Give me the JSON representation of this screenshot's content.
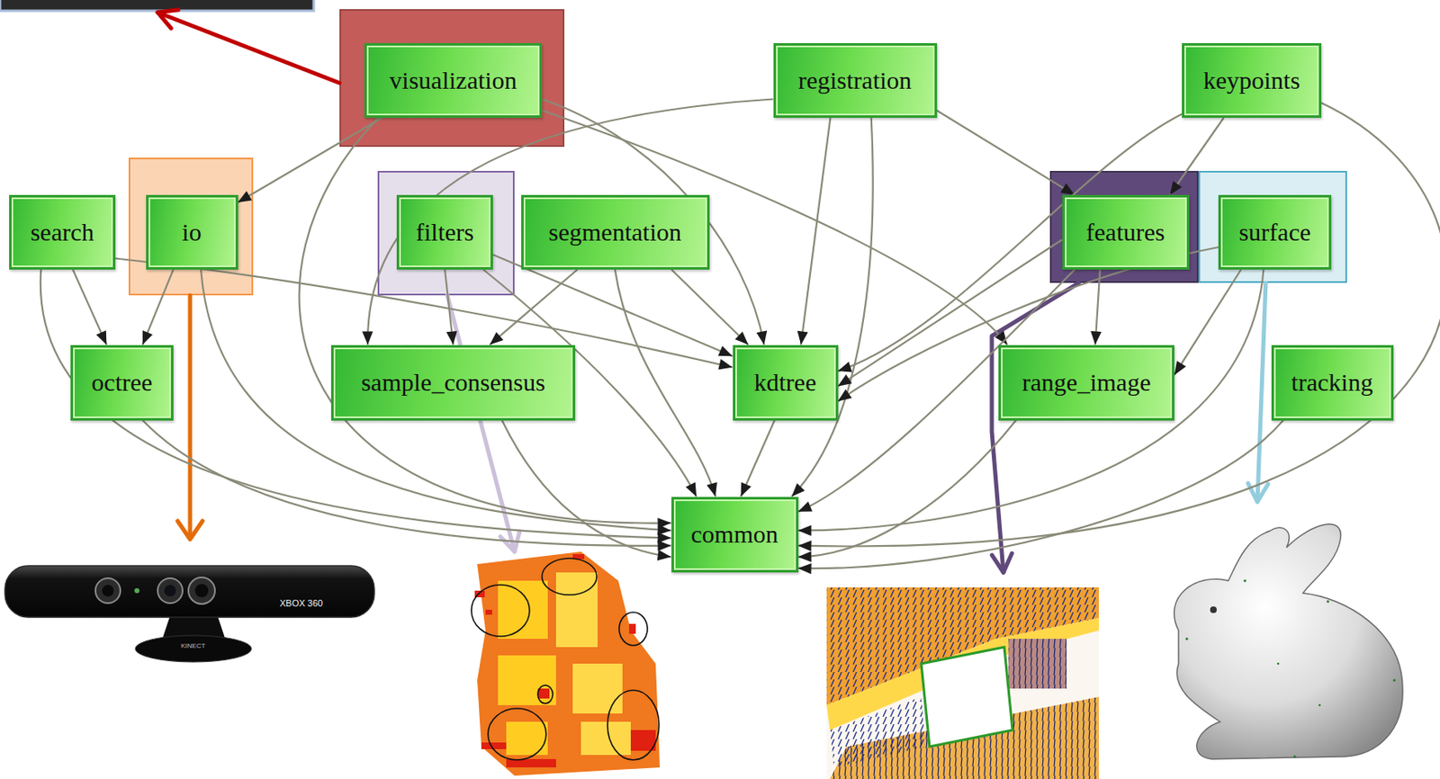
{
  "diagram": {
    "nodes": [
      {
        "text": [
          "visualization"
        ]
      },
      {
        "text": [
          "registration"
        ]
      },
      {
        "text": [
          "keypoints"
        ]
      },
      {
        "text": [
          "search"
        ]
      },
      {
        "text": [
          "io"
        ]
      },
      {
        "text": [
          "filters"
        ]
      },
      {
        "text": [
          "segmentation"
        ]
      },
      {
        "text": [
          "features"
        ]
      },
      {
        "text": [
          "surface"
        ]
      },
      {
        "text": [
          "octree"
        ]
      },
      {
        "text": [
          "sample_consensus"
        ]
      },
      {
        "text": [
          "kdtree"
        ]
      },
      {
        "text": [
          "range_image"
        ]
      },
      {
        "text": [
          "tracking"
        ]
      },
      {
        "text": [
          "common"
        ]
      }
    ],
    "edges": [
      {
        "from": 0,
        "to": 4,
        "arrow": "to"
      },
      {
        "from": 0,
        "to": 11,
        "arrow": "to"
      },
      {
        "from": 0,
        "to": 12,
        "arrow": "to"
      },
      {
        "from": 0,
        "to": 14,
        "arrow": "to"
      },
      {
        "from": 1,
        "to": 10,
        "arrow": "to"
      },
      {
        "from": 1,
        "to": 11,
        "arrow": "to"
      },
      {
        "from": 1,
        "to": 14,
        "arrow": "to"
      },
      {
        "from": 1,
        "to": 7,
        "arrow": "to"
      },
      {
        "from": 2,
        "to": 7,
        "arrow": "to"
      },
      {
        "from": 2,
        "to": 11,
        "arrow": "to"
      },
      {
        "from": 2,
        "to": 14,
        "arrow": "to"
      },
      {
        "from": 3,
        "to": 9,
        "arrow": "to"
      },
      {
        "from": 3,
        "to": 11,
        "arrow": "to"
      },
      {
        "from": 3,
        "to": 14,
        "arrow": "to"
      },
      {
        "from": 4,
        "to": 9,
        "arrow": "to"
      },
      {
        "from": 4,
        "to": 14,
        "arrow": "to"
      },
      {
        "from": 5,
        "to": 10,
        "arrow": "to"
      },
      {
        "from": 5,
        "to": 11,
        "arrow": "to"
      },
      {
        "from": 5,
        "to": 14,
        "arrow": "to"
      },
      {
        "from": 6,
        "to": 10,
        "arrow": "to"
      },
      {
        "from": 6,
        "to": 11,
        "arrow": "to"
      },
      {
        "from": 6,
        "to": 14,
        "arrow": "to"
      },
      {
        "from": 7,
        "to": 11,
        "arrow": "to"
      },
      {
        "from": 7,
        "to": 12,
        "arrow": "to"
      },
      {
        "from": 7,
        "to": 14,
        "arrow": "to"
      },
      {
        "from": 8,
        "to": 11,
        "arrow": "to"
      },
      {
        "from": 8,
        "to": 12,
        "arrow": "to"
      },
      {
        "from": 8,
        "to": 14,
        "arrow": "to"
      },
      {
        "from": 9,
        "to": 14,
        "arrow": "to"
      },
      {
        "from": 10,
        "to": 14,
        "arrow": "to"
      },
      {
        "from": 11,
        "to": 14,
        "arrow": "to"
      },
      {
        "from": 12,
        "to": 14,
        "arrow": "to"
      },
      {
        "from": 13,
        "to": 14,
        "arrow": "to"
      }
    ],
    "labels": [
      "XBOX 360",
      "KINECT"
    ]
  }
}
